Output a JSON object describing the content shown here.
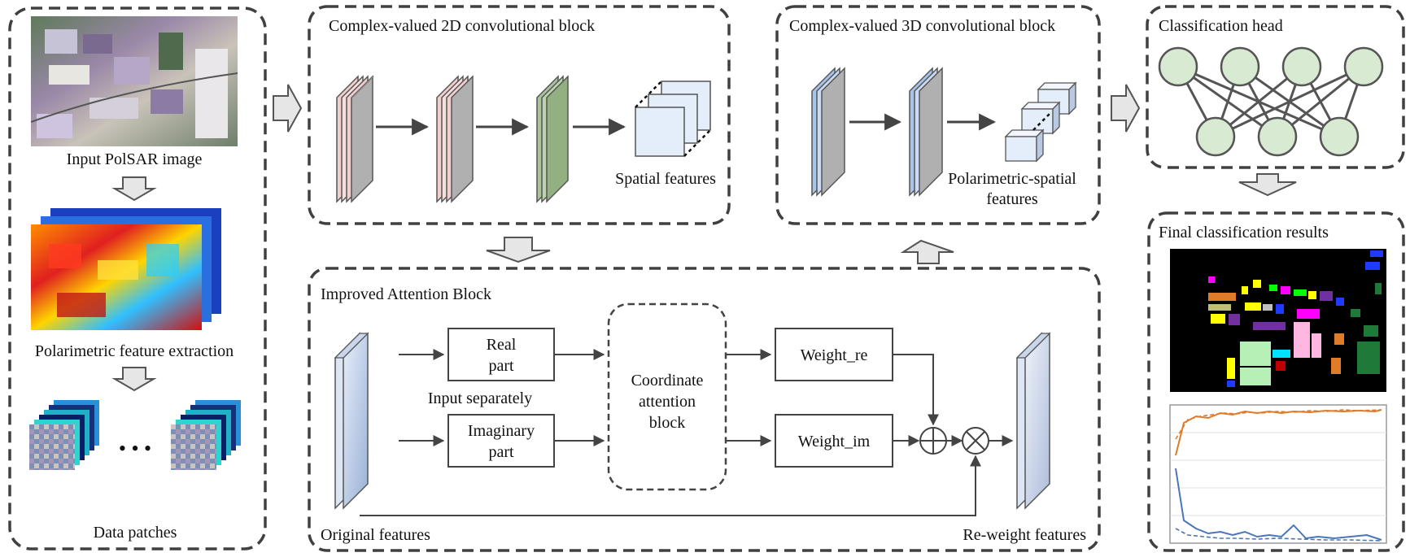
{
  "panels": {
    "input": {
      "image_label": "Input PolSAR image",
      "feature_label": "Polarimetric feature extraction",
      "patches_label": "Data patches",
      "ellipsis": "• • •"
    },
    "conv2d": {
      "title": "Complex-valued 2D convolutional block",
      "output_label": "Spatial features"
    },
    "conv3d": {
      "title": "Complex-valued 3D convolutional block",
      "output_label_line1": "Polarimetric-spatial",
      "output_label_line2": "features"
    },
    "attention": {
      "title": "Improved Attention Block",
      "real_line1": "Real",
      "real_line2": "part",
      "imag_line1": "Imaginary",
      "imag_line2": "part",
      "input_note": "Input separately",
      "coord_line1": "Coordinate",
      "coord_line2": "attention",
      "coord_line3": "block",
      "weight_re": "Weight_re",
      "weight_im": "Weight_im",
      "original_label": "Original features",
      "reweight_label": "Re-weight features"
    },
    "head": {
      "title": "Classification head"
    },
    "results": {
      "title": "Final classification results"
    }
  },
  "colors": {
    "border": "#404040",
    "arrow_fill": "#e6e6e6",
    "node_fill": "#d9ead3",
    "layer_gray": "#b0b0b0",
    "layer_green": "#93b083",
    "layer_pink": "#f2cfcf",
    "layer_blue": "#a9c4ea",
    "cube_fill": "#e4eefb",
    "curve_orange": "#e07b2a",
    "curve_blue": "#4a76b8"
  }
}
